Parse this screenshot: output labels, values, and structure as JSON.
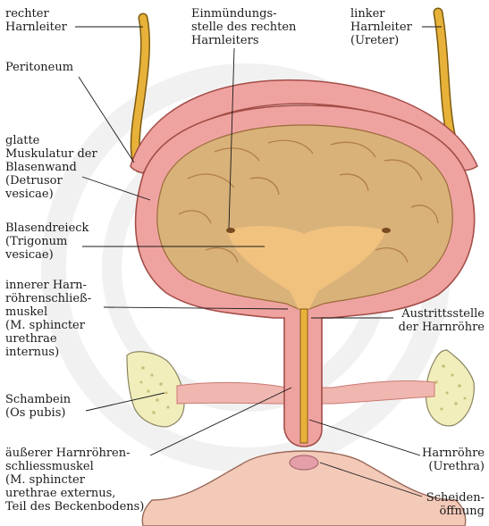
{
  "labels": {
    "rechter_harnleiter": "rechter\nHarnleiter",
    "einmuendung": "Einmündungs-\nstelle des rechten\nHarnleiters",
    "linker_harnleiter": "linker\nHarnleiter\n(Ureter)",
    "peritoneum": "Peritoneum",
    "glatte_muskulatur": "glatte\nMuskulatur der\nBlasenwand\n(Detrusor\nvesicae)",
    "blasendreieck": "Blasendreieck\n(Trigonum\nvesicae)",
    "innerer_schliessmuskel": "innerer Harn-\nröhrenschließ-\nmuskel\n(M. sphincter\nurethrae\ninternus)",
    "austrittsstelle": "Austrittsstelle\nder Harnröhre",
    "schambein": "Schambein\n(Os pubis)",
    "aeusserer_schliessmuskel": "äußerer Harnröhren-\nschliessmuskel\n(M. sphincter\nurethrae externus,\nTeil des Beckenbodens)",
    "harnroehre": "Harnröhre\n(Urethra)",
    "scheidenoeffnung": "Scheiden-\nöffnung"
  },
  "colors": {
    "bladder_wall": "#efa3a0",
    "bladder_inner": "#d9b27a",
    "urine_fill": "#f3c27e",
    "ureter": "#e8b23a",
    "bone": "#f2eebc",
    "muscle_band": "#f0b6b0",
    "leader_line": "#1a1a1a",
    "watermark": "#e2e2e2"
  }
}
